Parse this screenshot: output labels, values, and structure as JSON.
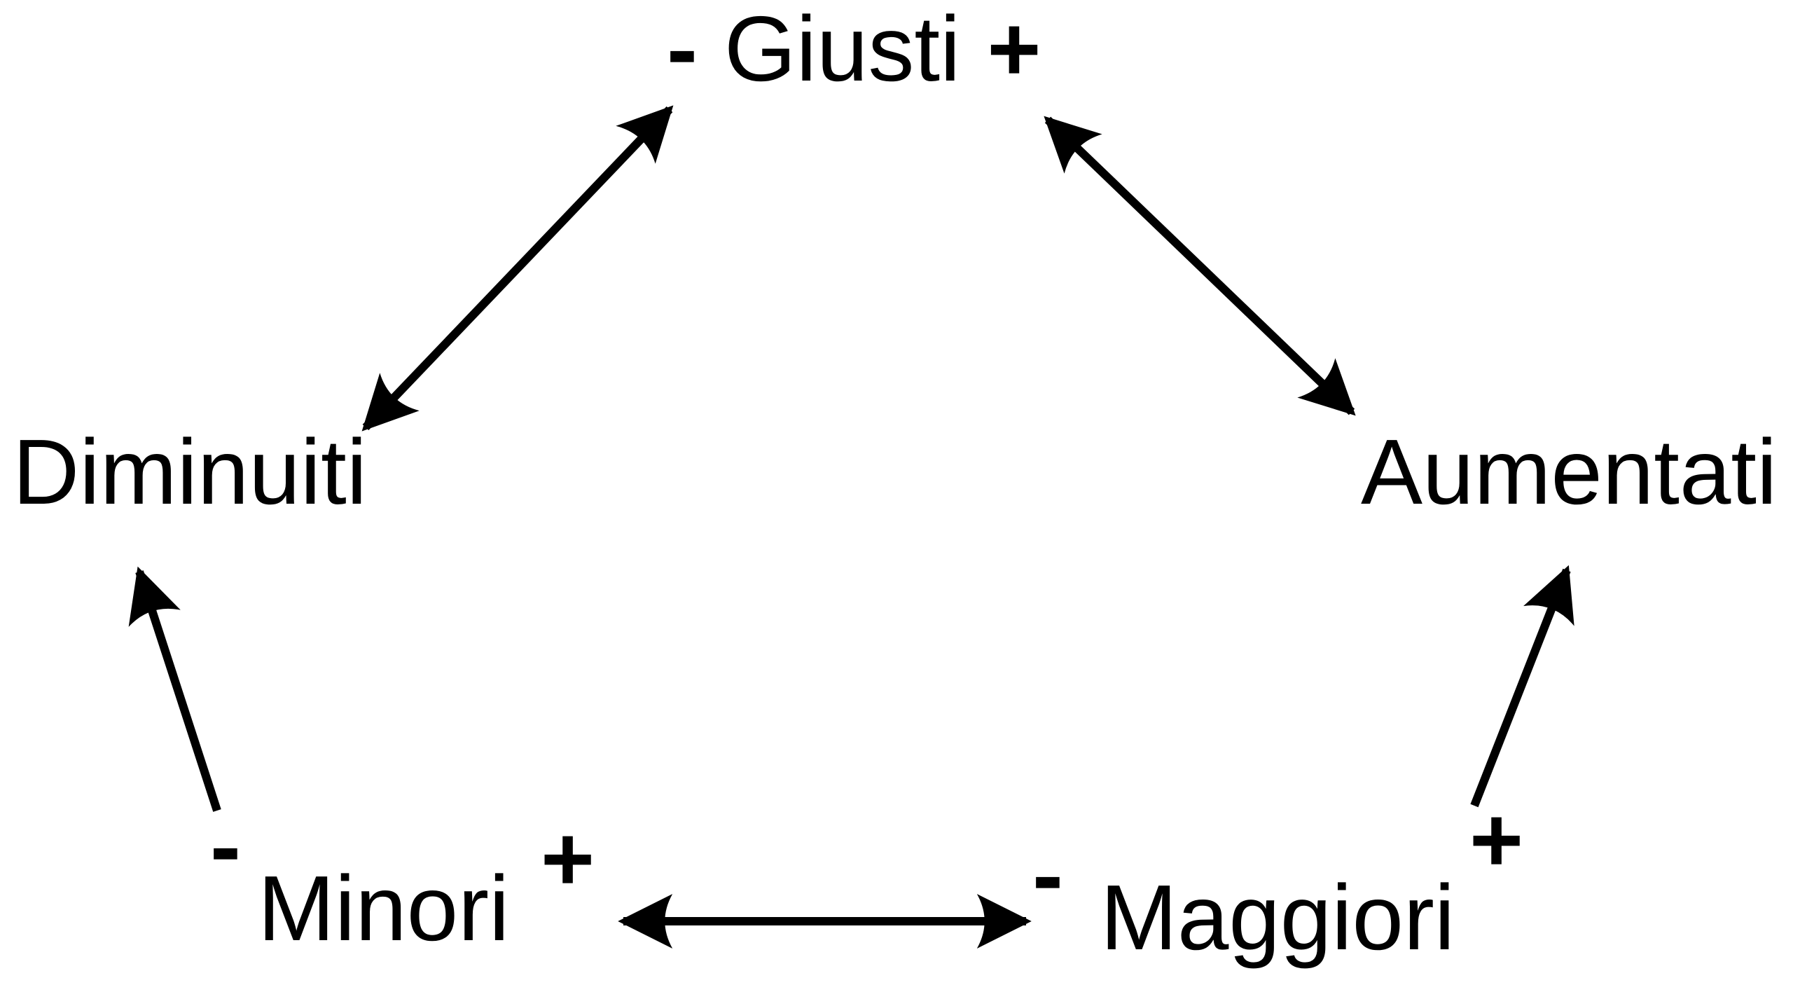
{
  "diagram": {
    "background_color": "#ffffff",
    "text_color": "#000000",
    "nodes": {
      "giusti": {
        "minus": "-",
        "label": "Giusti",
        "plus": "+"
      },
      "diminuiti": {
        "label": "Diminuiti"
      },
      "aumentati": {
        "label": "Aumentati"
      },
      "minori": {
        "minus": "-",
        "label": "Minori",
        "plus": "+"
      },
      "maggiori": {
        "minus": "-",
        "label": "Maggiori",
        "plus": "+"
      }
    },
    "edges": [
      {
        "from": "giusti",
        "to": "diminuiti",
        "bidirectional": true
      },
      {
        "from": "giusti",
        "to": "aumentati",
        "bidirectional": true
      },
      {
        "from": "minori",
        "to": "diminuiti",
        "bidirectional": false
      },
      {
        "from": "maggiori",
        "to": "aumentati",
        "bidirectional": false
      },
      {
        "from": "minori",
        "to": "maggiori",
        "bidirectional": true
      }
    ]
  }
}
